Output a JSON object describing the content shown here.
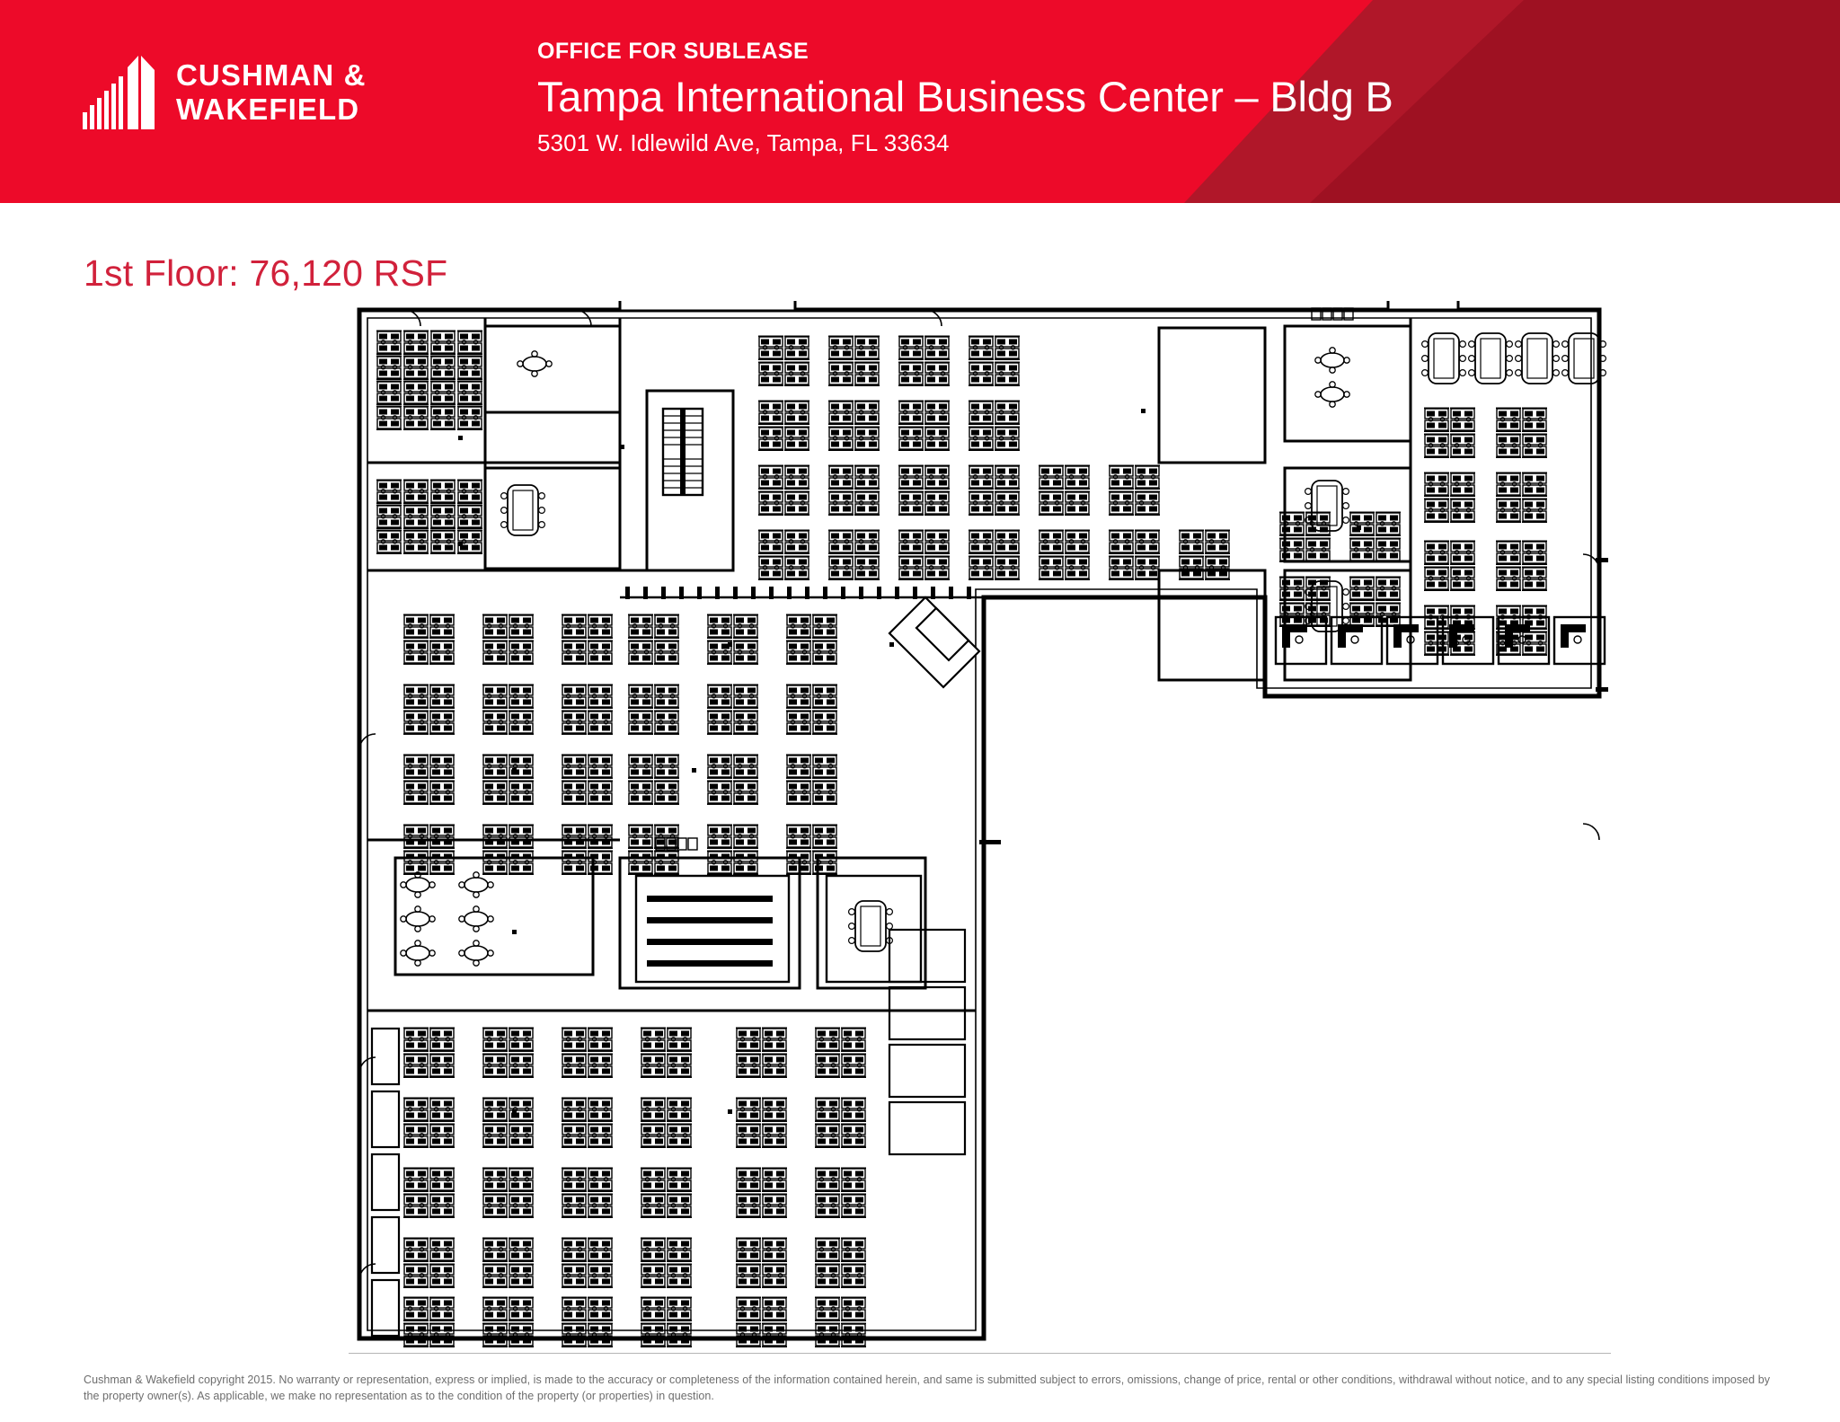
{
  "brand": {
    "primary_red": "#ED0A29",
    "accent_dark_red": "#9E1122",
    "heading_red": "#D1213B",
    "logo_line1": "CUSHMAN &",
    "logo_line2": "WAKEFIELD",
    "logo_icon": "building-bars-logo"
  },
  "header": {
    "eyebrow": "OFFICE FOR SUBLEASE",
    "title": "Tampa International Business Center – Bldg B",
    "address": "5301 W. Idlewild Ave, Tampa, FL 33634"
  },
  "floor": {
    "heading": "1st Floor: 76,120 RSF",
    "label": "1st Floor",
    "rsf": "76,120 RSF"
  },
  "plan": {
    "name": "first-floor-architectural-plan",
    "description": "Dense open-office CAD floor plan, L-shaped footprint with workstation clusters, conference rooms, core stairs and elevators"
  },
  "footer": {
    "disclaimer": "Cushman & Wakefield copyright 2015.  No warranty or representation, express or implied, is made to the accuracy or completeness of the information contained herein, and same is submitted subject to errors, omissions, change of price, rental or other conditions, withdrawal without notice, and to any special listing conditions imposed by the property owner(s). As applicable, we make no representation as to the condition of the property (or properties) in question."
  }
}
